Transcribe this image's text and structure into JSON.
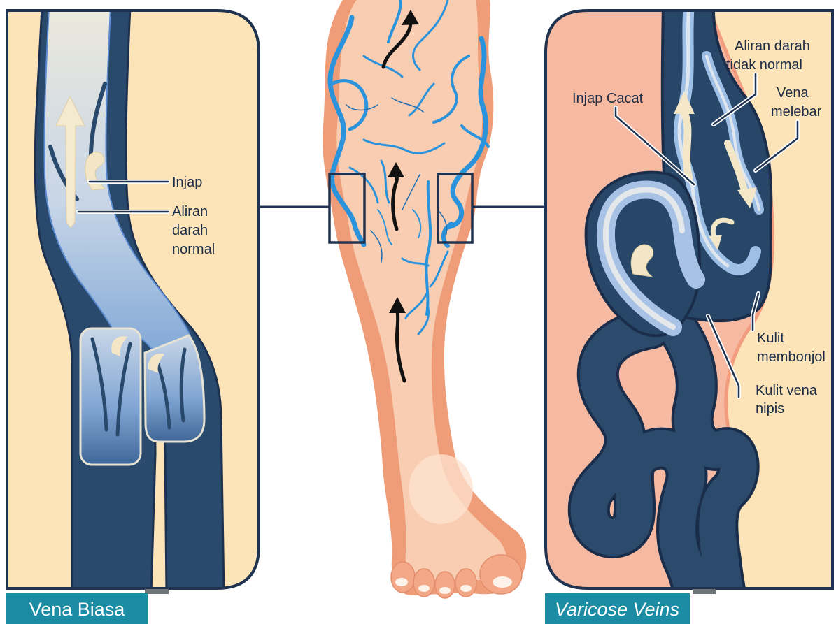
{
  "left_panel": {
    "caption": "Vena Biasa",
    "labels": [
      {
        "lines": [
          "Injap"
        ]
      },
      {
        "lines": [
          "Aliran",
          "darah",
          "normal"
        ]
      }
    ]
  },
  "right_panel": {
    "caption": "Varicose Veins",
    "labels": [
      {
        "lines": [
          "Aliran darah",
          "tidak normal"
        ]
      },
      {
        "lines": [
          "Injap Cacat"
        ]
      },
      {
        "lines": [
          "Vena",
          "melebar"
        ]
      },
      {
        "lines": [
          "Kulit",
          "membonjol"
        ]
      },
      {
        "lines": [
          "Kulit vena",
          "nipis"
        ]
      }
    ]
  },
  "colors": {
    "panel_border": "#1f3250",
    "panel_background": "#fde3b8",
    "vein_navy": "#2a4a6d",
    "skin_pink": "#f6b9a1",
    "leg_skin": "#f9cdb1",
    "leg_vein_blue": "#2b93dc",
    "caption_background": "#1b8ca3",
    "caption_tab_grey": "#6f7478"
  }
}
